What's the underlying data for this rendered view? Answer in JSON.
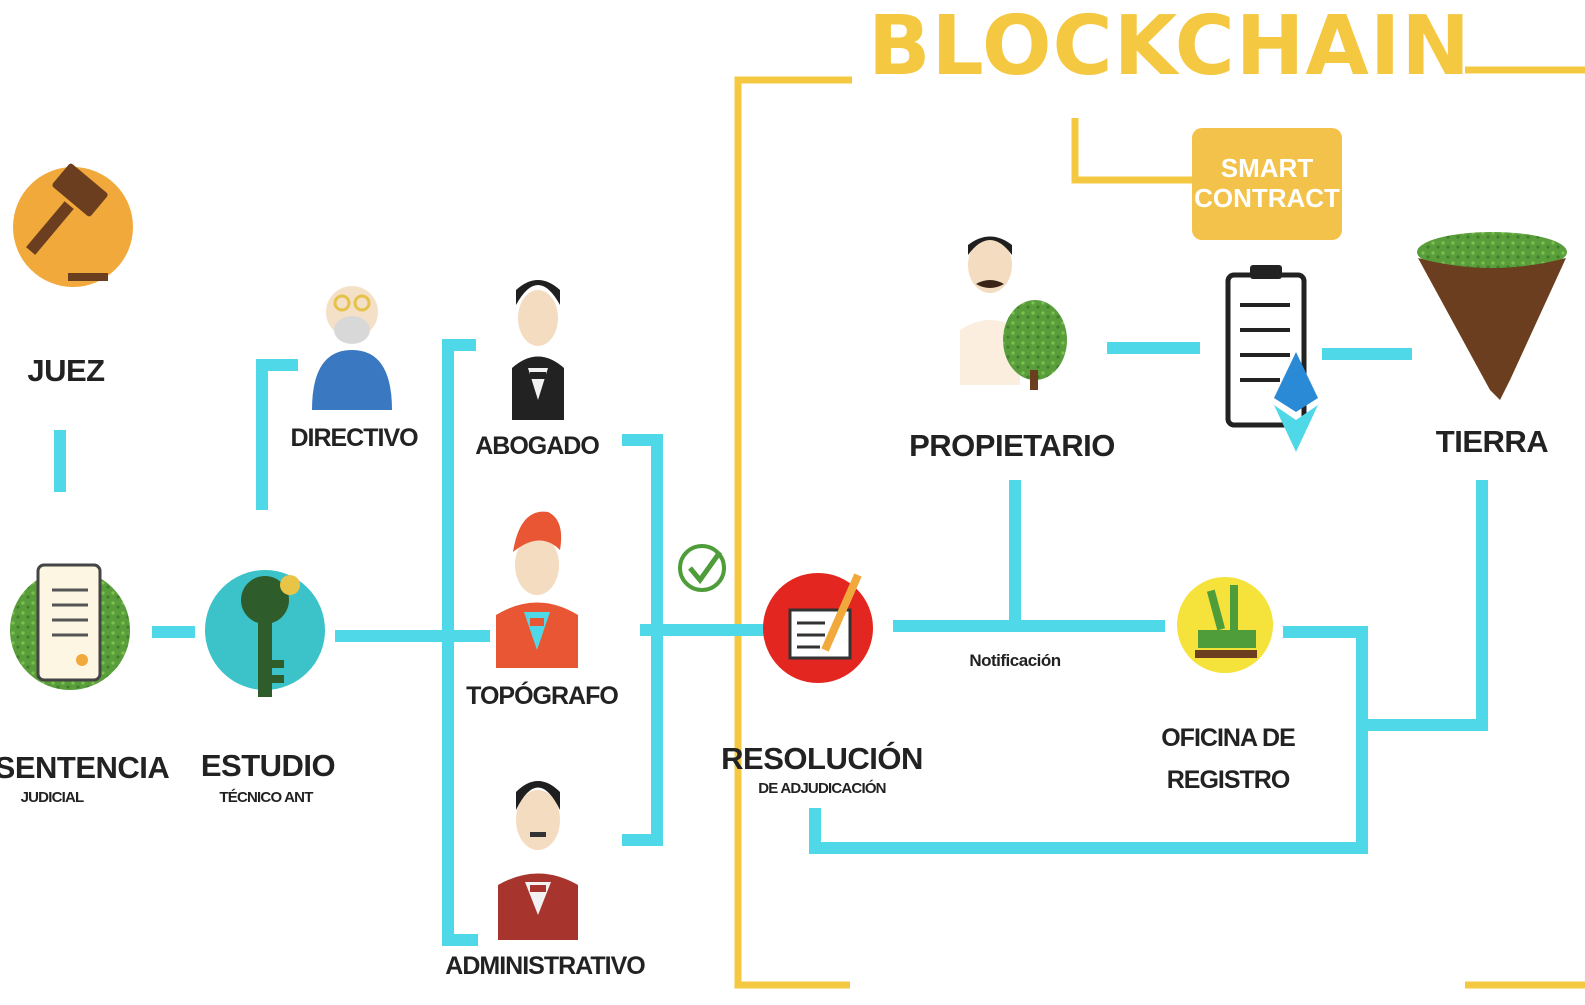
{
  "title": "BLOCKCHAIN",
  "smart_contract": {
    "line1": "SMART",
    "line2": "CONTRACT"
  },
  "nodes": {
    "juez": {
      "label": "JUEZ",
      "icon": "gavel-icon"
    },
    "sentencia": {
      "label": "SENTENCIA",
      "sub": "JUDICIAL",
      "icon": "scroll-icon"
    },
    "estudio": {
      "label": "ESTUDIO",
      "sub": "TÉCNICO ANT",
      "icon": "key-icon"
    },
    "directivo": {
      "label": "DIRECTIVO",
      "icon": "elder-person-icon"
    },
    "abogado": {
      "label": "ABOGADO",
      "icon": "lawyer-icon"
    },
    "topografo": {
      "label": "TOPÓGRAFO",
      "icon": "surveyor-icon"
    },
    "administrativo": {
      "label": "ADMINISTRATIVO",
      "icon": "clerk-icon"
    },
    "resolucion": {
      "label": "RESOLUCIÓN",
      "sub": "DE ADJUDICACIÓN",
      "icon": "signing-document-icon"
    },
    "propietario": {
      "label": "PROPIETARIO",
      "icon": "owner-with-tree-icon"
    },
    "tierra": {
      "label": "TIERRA",
      "icon": "land-plot-icon"
    },
    "oficina": {
      "line1": "OFICINA DE",
      "line2": "REGISTRO",
      "icon": "books-registry-icon"
    },
    "contract": {
      "icon": "clipboard-ethereum-icon"
    }
  },
  "edge_label": "Notificación",
  "colors": {
    "connector": "#4fd8e8",
    "blockchain": "#f5c842",
    "green": "#4f9d3a",
    "red": "#e32620",
    "yellow_circle": "#f5e23a",
    "orange_circle": "#f2a93b",
    "teal_circle": "#3bc3c9"
  }
}
